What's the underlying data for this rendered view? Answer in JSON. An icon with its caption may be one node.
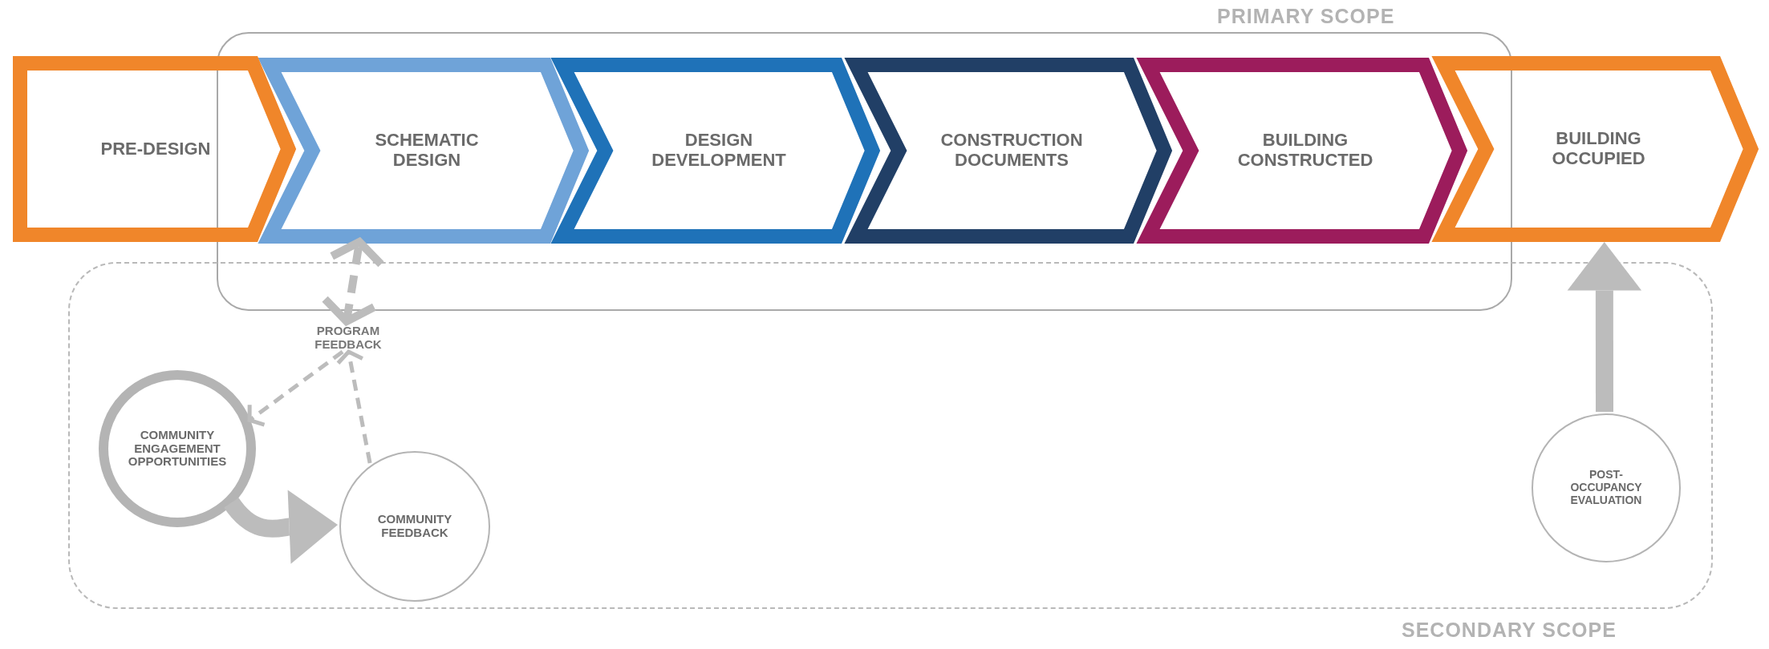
{
  "diagram": {
    "nodes": [
      {
        "text": [
          "PRIMARY SCOPE"
        ]
      },
      {
        "text": [
          "PRE-DESIGN"
        ]
      },
      {
        "text": [
          "SCHEMATIC DESIGN"
        ],
        "in": 0
      },
      {
        "text": [
          "DESIGN DEVELOPMENT"
        ],
        "in": 0
      },
      {
        "text": [
          "CONSTRUCTION DOCUMENTS"
        ],
        "in": 0
      },
      {
        "text": [
          "BUILDING CONSTRUCTED"
        ],
        "in": 0
      },
      {
        "text": [
          "BUILDING OCCUPIED"
        ]
      },
      {
        "text": [
          "SECONDARY SCOPE"
        ]
      },
      {
        "text": [
          "PROGRAM FEEDBACK"
        ],
        "in": 7
      },
      {
        "text": [
          "COMMUNITY ENGAGEMENT OPPORTUNITIES"
        ],
        "in": 7
      },
      {
        "text": [
          "COMMUNITY FEEDBACK"
        ],
        "in": 7
      },
      {
        "text": [
          "POST-OCCUPANCY EVALUATION"
        ],
        "in": 7
      }
    ],
    "edges": [
      {
        "from": 8,
        "to": 2,
        "arrow": "both",
        "style": "dashed"
      },
      {
        "from": 9,
        "to": 10,
        "arrow": "to",
        "style": "thick"
      },
      {
        "from": 10,
        "to": 8,
        "arrow": "to",
        "style": "dashed"
      },
      {
        "from": 8,
        "to": 9,
        "arrow": "to",
        "style": "dashed"
      },
      {
        "from": 11,
        "to": 6,
        "arrow": "to",
        "style": "thick"
      }
    ]
  }
}
